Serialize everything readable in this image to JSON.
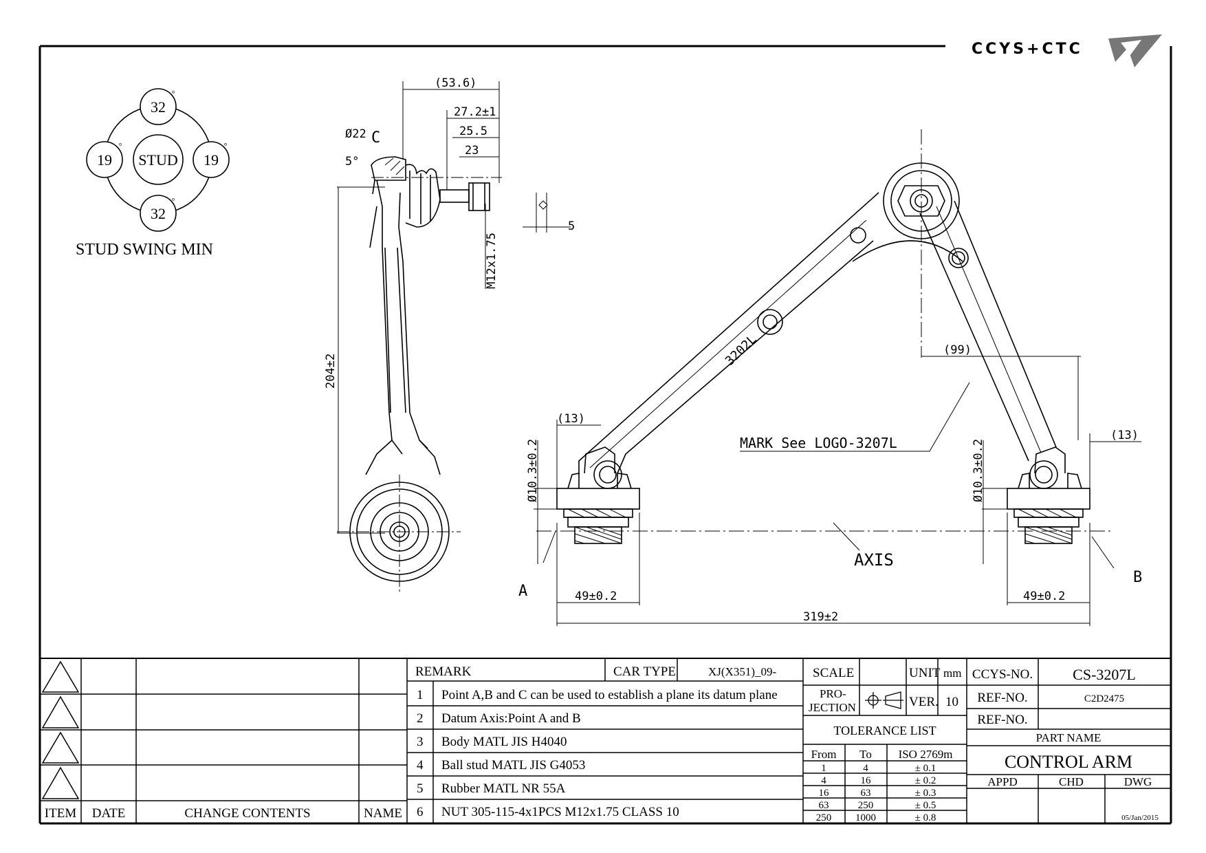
{
  "logo_text": "CCYS+CTC",
  "stud_swing": {
    "top": "32",
    "bottom": "32",
    "left": "19",
    "right": "19",
    "center": "STUD",
    "degree": "°",
    "caption": "STUD SWING MIN"
  },
  "side_view": {
    "dim_536": "(53.6)",
    "dim_272": "27.2±1",
    "dim_255": "25.5",
    "dim_23": "23",
    "dim_phi22": "Ø22",
    "dim_5deg": "5°",
    "label_c": "C",
    "dim_thread": "M12x1.75",
    "dim_hex": "5",
    "dim_204": "204±2"
  },
  "plan_view": {
    "dim_99": "(99)",
    "dim_13_left": "(13)",
    "dim_13_right": "(13)",
    "dim_bore_left": "Ø10.3±0.2",
    "dim_bore_right": "Ø10.3±0.2",
    "mark_note": "MARK See LOGO-3207L",
    "part_mark": "3202L",
    "axis_label": "AXIS",
    "label_a": "A",
    "label_b": "B",
    "dim_49_left": "49±0.2",
    "dim_49_right": "49±0.2",
    "dim_319": "319±2"
  },
  "revision_block": {
    "headers": [
      "ITEM",
      "DATE",
      "CHANGE CONTENTS",
      "NAME"
    ]
  },
  "remarks": {
    "header": "REMARK",
    "car_type_label": "CAR TYPE",
    "car_type_value": "XJ(X351)_09-",
    "items": [
      {
        "no": "1",
        "text": "Point A,B and C can be used to establish a plane its datum plane"
      },
      {
        "no": "2",
        "text": "Datum Axis:Point A and B"
      },
      {
        "no": "3",
        "text": "Body MATL JIS H4040"
      },
      {
        "no": "4",
        "text": "Ball stud MATL JIS G4053"
      },
      {
        "no": "5",
        "text": "Rubber MATL NR 55A"
      },
      {
        "no": "6",
        "text": "NUT 305-115-4x1PCS M12x1.75 CLASS 10"
      }
    ]
  },
  "spec": {
    "scale_label": "SCALE",
    "unit_label": "UNIT",
    "unit_value": "mm",
    "projection_label_1": "PRO-",
    "projection_label_2": "JECTION",
    "ver_label": "VER.",
    "ver_value": "10",
    "tolerance_title": "TOLERANCE LIST",
    "tol_headers": [
      "From",
      "To",
      "ISO 2769m"
    ],
    "tol_rows": [
      [
        "1",
        "4",
        "± 0.1"
      ],
      [
        "4",
        "16",
        "± 0.2"
      ],
      [
        "16",
        "63",
        "± 0.3"
      ],
      [
        "63",
        "250",
        "± 0.5"
      ],
      [
        "250",
        "1000",
        "± 0.8"
      ]
    ]
  },
  "title_block": {
    "ccys_label": "CCYS-NO.",
    "ccys_value": "CS-3207L",
    "ref1_label": "REF-NO.",
    "ref1_value": "C2D2475",
    "ref2_label": "REF-NO.",
    "ref2_value": "",
    "part_name_label": "PART NAME",
    "part_name": "CONTROL ARM",
    "appd": "APPD",
    "chd": "CHD",
    "dwg": "DWG",
    "date": "05/Jan/2015"
  }
}
